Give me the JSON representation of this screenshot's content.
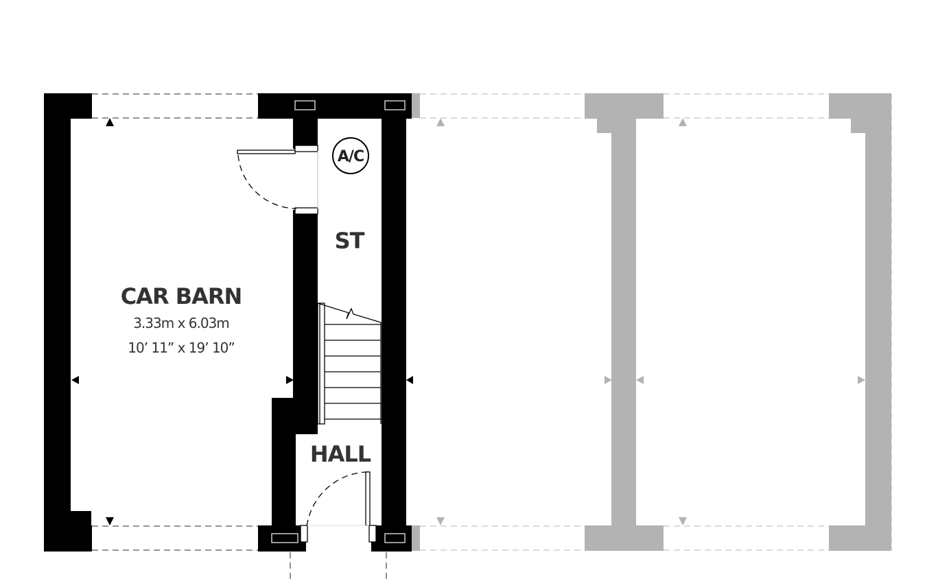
{
  "rooms": {
    "car_barn": {
      "name": "CAR BARN",
      "metric": "3.33m x 6.03m",
      "imperial": "10’ 11” x 19’ 10”"
    },
    "store": {
      "name": "ST"
    },
    "hall": {
      "name": "HALL"
    }
  },
  "fixtures": {
    "ac": {
      "label": "A/C"
    }
  },
  "colors": {
    "wall": "#000000",
    "ghost_wall": "#b3b3b3",
    "text": "#333333",
    "dashed": "#555555",
    "ghost_dashed": "#c4c4c4"
  }
}
